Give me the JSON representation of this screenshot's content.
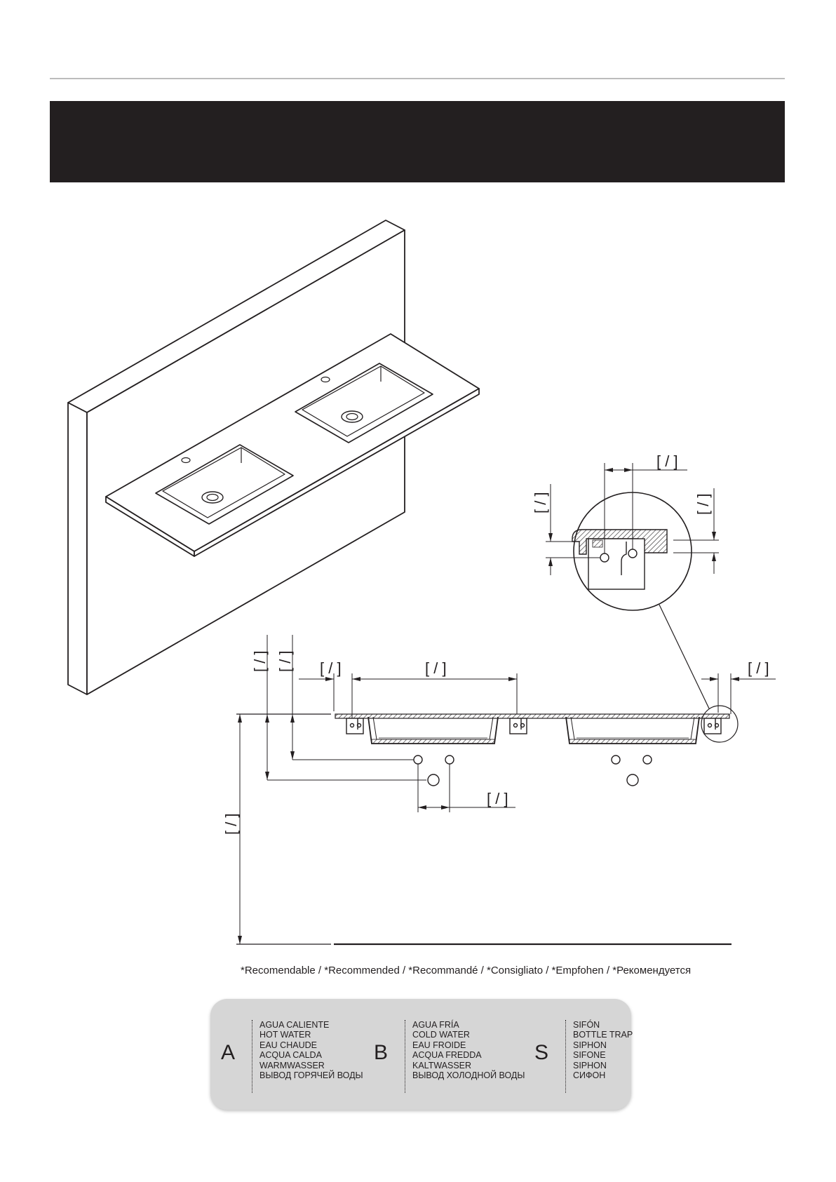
{
  "page": {
    "background": "#ffffff",
    "header_color": "#231f20",
    "rule_color": "#bcbcbc"
  },
  "dimension_label": "[ / ]",
  "dimension_label_short": "[/]",
  "footnote": "*Recomendable / *Recommended / *Recommandé / *Consigliato / *Empfohen / *Рекомендуется",
  "legend": {
    "background": "#d6d6d6",
    "groups": [
      {
        "letter": "A",
        "lines": [
          "AGUA CALIENTE",
          "HOT WATER",
          "EAU CHAUDE",
          "ACQUA CALDA",
          "WARMWASSER",
          "ВЫВОД ГОРЯЧЕЙ ВОДЫ"
        ]
      },
      {
        "letter": "B",
        "lines": [
          "AGUA FRÍA",
          "COLD WATER",
          "EAU FROIDE",
          "ACQUA FREDDA",
          "KALTWASSER",
          "ВЫВОД ХОЛОДНОЙ ВОДЫ"
        ]
      },
      {
        "letter": "S",
        "lines": [
          "SIFÓN",
          "BOTTLE TRAP",
          "SIPHON",
          "SIFONE",
          "SIPHON",
          "СИФОН"
        ]
      }
    ]
  }
}
